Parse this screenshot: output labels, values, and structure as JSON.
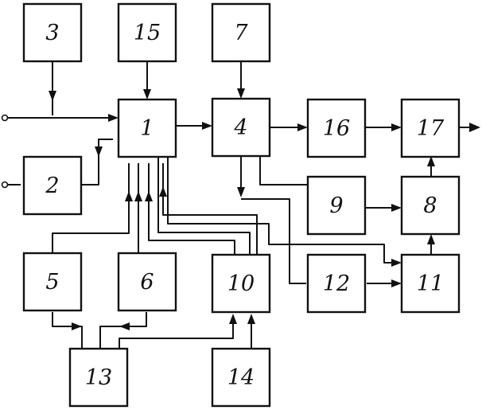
{
  "diagram": {
    "type": "block-diagram",
    "blocks": [
      {
        "id": "b1",
        "label": "1"
      },
      {
        "id": "b2",
        "label": "2"
      },
      {
        "id": "b3",
        "label": "3"
      },
      {
        "id": "b4",
        "label": "4"
      },
      {
        "id": "b5",
        "label": "5"
      },
      {
        "id": "b6",
        "label": "6"
      },
      {
        "id": "b7",
        "label": "7"
      },
      {
        "id": "b8",
        "label": "8"
      },
      {
        "id": "b9",
        "label": "9"
      },
      {
        "id": "b10",
        "label": "10"
      },
      {
        "id": "b11",
        "label": "11"
      },
      {
        "id": "b12",
        "label": "12"
      },
      {
        "id": "b13",
        "label": "13"
      },
      {
        "id": "b14",
        "label": "14"
      },
      {
        "id": "b15",
        "label": "15"
      },
      {
        "id": "b16",
        "label": "16"
      },
      {
        "id": "b17",
        "label": "17"
      }
    ],
    "connections": [
      [
        "input-a",
        "b1"
      ],
      [
        "b3",
        "b1"
      ],
      [
        "b15",
        "b1"
      ],
      [
        "input-b",
        "b2"
      ],
      [
        "b2",
        "b1"
      ],
      [
        "b1",
        "b4"
      ],
      [
        "b7",
        "b4"
      ],
      [
        "b4",
        "b16"
      ],
      [
        "b16",
        "b17"
      ],
      [
        "b17",
        "output"
      ],
      [
        "b4",
        "b9"
      ],
      [
        "b9",
        "b8"
      ],
      [
        "b8",
        "b17"
      ],
      [
        "b11",
        "b8"
      ],
      [
        "b4",
        "b12"
      ],
      [
        "b12",
        "b11"
      ],
      [
        "b1",
        "b11"
      ],
      [
        "b5",
        "b1"
      ],
      [
        "b6",
        "b1"
      ],
      [
        "b10",
        "b1"
      ],
      [
        "b1",
        "b10"
      ],
      [
        "b5",
        "b13"
      ],
      [
        "b6",
        "b13"
      ],
      [
        "b13",
        "b10"
      ],
      [
        "b14",
        "b10"
      ]
    ]
  }
}
